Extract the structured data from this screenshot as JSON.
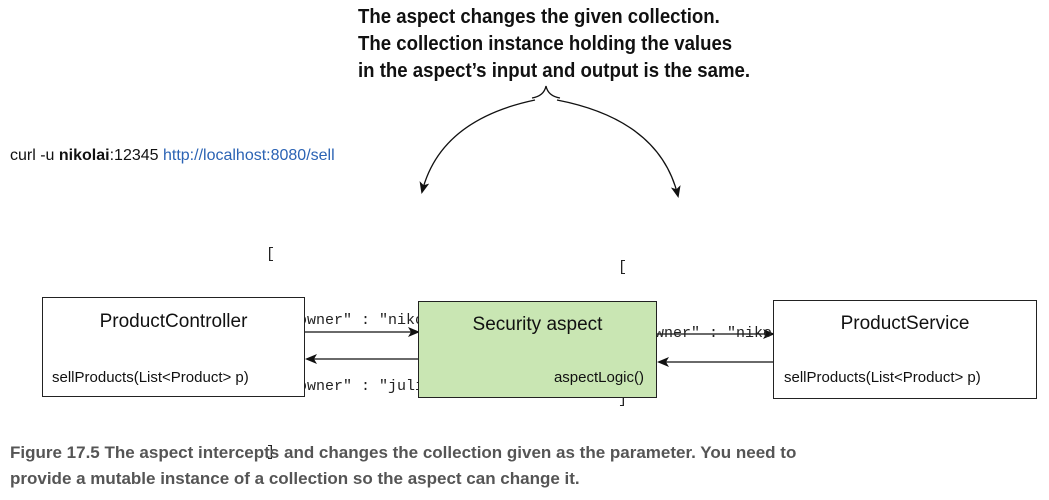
{
  "callout": {
    "lines": [
      "The aspect changes the given collection.",
      "The collection instance holding the values",
      "in the aspect’s input and output is the same."
    ]
  },
  "curl": {
    "prefix": "curl -u ",
    "user": "nikolai",
    "suffix": ":12345 ",
    "url": "http://localhost:8080/sell"
  },
  "input_json": {
    "open": "[",
    "items": [
      "{\"owner\" : \"nikolai\"},",
      "{\"owner\" : \"julien\"}"
    ],
    "close": "]"
  },
  "output_json": {
    "open": "[",
    "items": [
      "{\"owner\" : \"nikolai\"}"
    ],
    "close": "]"
  },
  "boxes": {
    "controller": {
      "title": "ProductController",
      "method": "sellProducts(List<Product> p)"
    },
    "aspect": {
      "title": "Security aspect",
      "method": "aspectLogic()",
      "fill": "#c9e6b3"
    },
    "service": {
      "title": "ProductService",
      "method": "sellProducts(List<Product> p)"
    }
  },
  "caption": {
    "line1": "Figure 17.5   The aspect intercepts and changes the collection given as the parameter. You need to",
    "line2": "provide a mutable instance of a collection so the aspect can change it."
  }
}
